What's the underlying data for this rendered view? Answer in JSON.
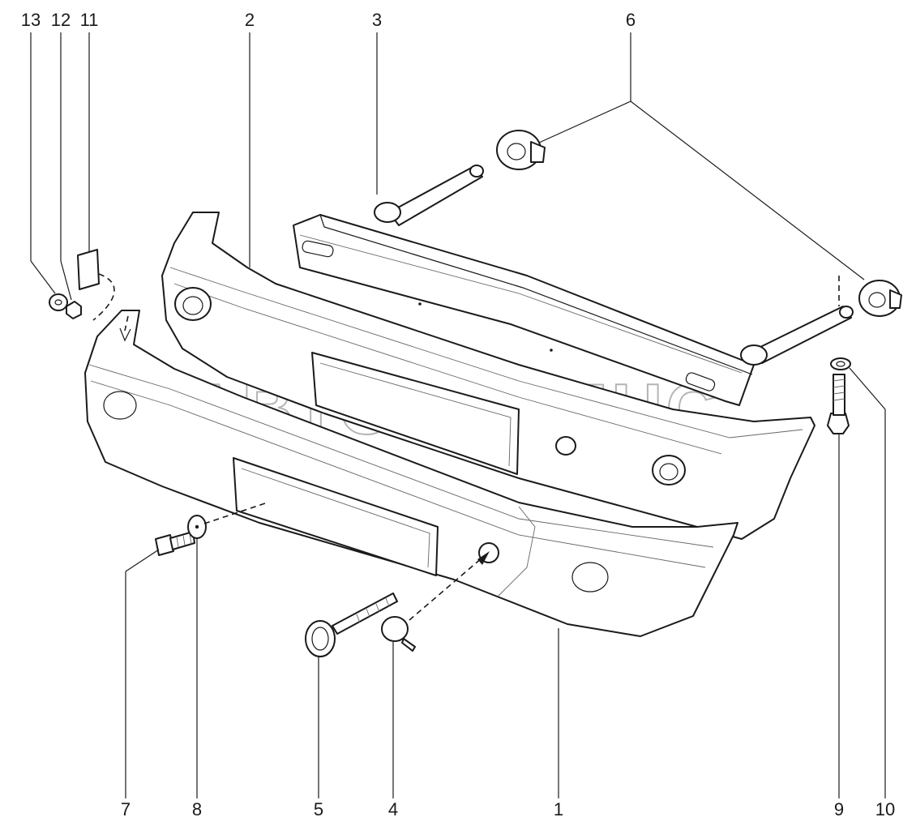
{
  "watermark": "АВТОАЛЬЯНС",
  "callouts": [
    "13",
    "12",
    "11",
    "2",
    "3",
    "6",
    "7",
    "8",
    "5",
    "4",
    "1",
    "9",
    "10"
  ]
}
